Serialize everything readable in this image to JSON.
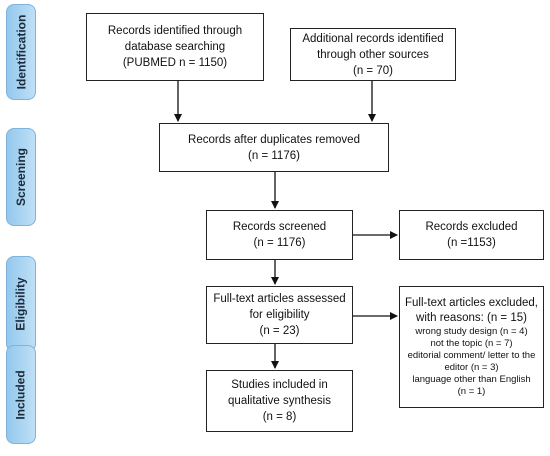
{
  "stages": {
    "identification": "Identification",
    "screening": "Screening",
    "eligibility": "Eligibility",
    "included": "Included"
  },
  "boxes": {
    "db_search": {
      "lines": [
        "Records identified through",
        "database searching",
        "(PUBMED n = 1150)"
      ]
    },
    "other_sources": {
      "lines": [
        "Additional records identified",
        "through other sources",
        "(n = 70)"
      ]
    },
    "after_duplicates": {
      "lines": [
        "Records after duplicates removed",
        "(n = 1176)"
      ]
    },
    "screened": {
      "lines": [
        "Records screened",
        "(n = 1176)"
      ]
    },
    "excluded": {
      "lines": [
        "Records excluded",
        "(n =1153)"
      ]
    },
    "full_text_assessed": {
      "lines": [
        "Full-text articles assessed",
        "for eligibility",
        "(n = 23)"
      ]
    },
    "full_text_excluded": {
      "heading": [
        "Full-text articles excluded,",
        "with reasons: (n = 15)"
      ],
      "reasons": [
        "wrong study design (n = 4)",
        "not the topic (n = 7)",
        "editorial comment/ letter to the",
        "editor (n = 3)",
        "language other than English",
        "(n = 1)"
      ]
    },
    "included_synthesis": {
      "lines": [
        "Studies included in",
        "qualitative synthesis",
        "(n = 8)"
      ]
    }
  }
}
